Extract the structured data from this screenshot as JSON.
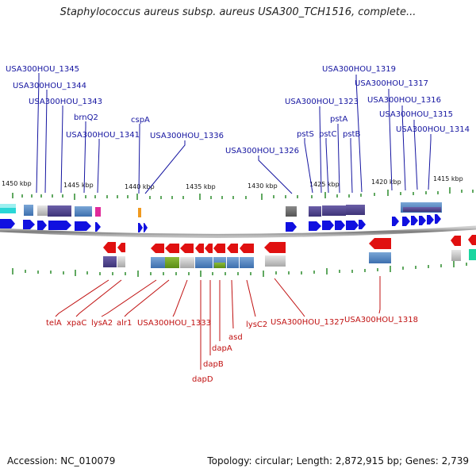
{
  "title": "Staphylococcus aureus subsp. aureus USA300_TCH1516, complete...",
  "footer": {
    "accession": "Accession: NC_010079",
    "summary": "Topology: circular; Length: 2,872,915 bp; Genes: 2,739"
  },
  "ruler": [
    {
      "label": "1450 kbp"
    },
    {
      "label": "1445 kbp"
    },
    {
      "label": "1440 kbp"
    },
    {
      "label": "1435 kbp"
    },
    {
      "label": "1430 kbp"
    },
    {
      "label": "1425 kbp"
    },
    {
      "label": "1420 kbp"
    },
    {
      "label": "1415 kbp"
    }
  ],
  "top_labels": [
    "USA300HOU_1345",
    "USA300HOU_1344",
    "USA300HOU_1343",
    "brnQ2",
    "USA300HOU_1341",
    "cspA",
    "USA300HOU_1336",
    "USA300HOU_1326",
    "USA300HOU_1323",
    "pstS",
    "pstC",
    "pstA",
    "pstB",
    "USA300HOU_1319",
    "USA300HOU_1317",
    "USA300HOU_1316",
    "USA300HOU_1315",
    "USA300HOU_1314"
  ],
  "bottom_labels": [
    "telA",
    "xpaC",
    "lysA2",
    "alr1",
    "USA300HOU_1333",
    "dapD",
    "dapB",
    "dapA",
    "asd",
    "lysC2",
    "USA300HOU_1327",
    "USA300HOU_1318"
  ],
  "colors": {
    "forward_gene": "#1010e0",
    "reverse_gene": "#e01010",
    "top_label": "#1414a0",
    "bottom_label": "#c01010",
    "backbone": "#888888"
  }
}
